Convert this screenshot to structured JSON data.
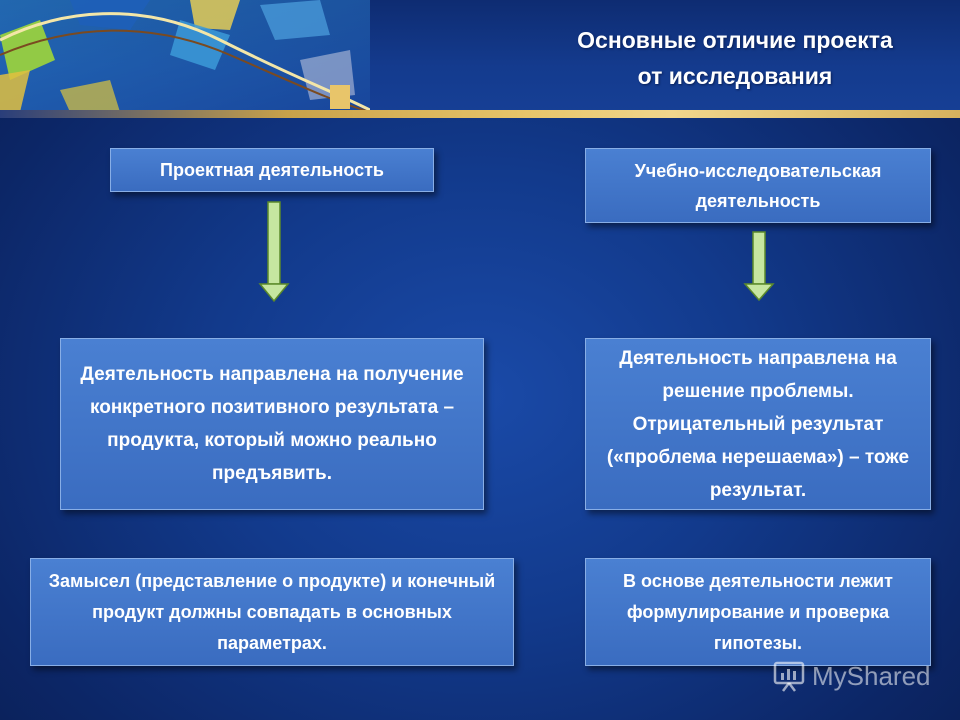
{
  "slide": {
    "title_line1": "Основные отличие проекта",
    "title_line2": "от исследования"
  },
  "left": {
    "header": "Проектная деятельность",
    "body": "Деятельность направлена на получение конкретного позитивного результата – продукта, который можно реально предъявить.",
    "footer": "Замысел (представление о продукте) и конечный продукт должны совпадать в основных параметрах."
  },
  "right": {
    "header": "Учебно-исследовательская деятельность",
    "body": "Деятельность направлена на решение проблемы. Отрицательный результат («проблема нерешаема») – тоже результат.",
    "footer": "В основе деятельности лежит формулирование и проверка гипотезы."
  },
  "watermark": {
    "text": "MyShared"
  },
  "colors": {
    "background": "#123a8c",
    "box": "#4178c9",
    "arrow": "#c6e6a0",
    "accent_bar": "#e8c56a"
  }
}
